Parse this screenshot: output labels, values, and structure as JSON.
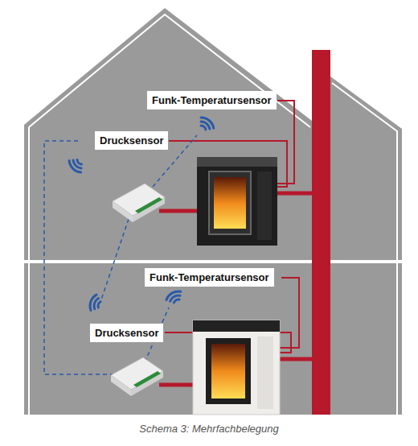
{
  "diagram": {
    "caption": "Schema 3: Mehrfachbelegung",
    "nodes": [
      {
        "text": [
          "Funk-Temperatursensor"
        ]
      },
      {
        "text": [
          "Drucksensor"
        ]
      },
      {
        "text": [
          "Funk-Temperatursensor"
        ]
      },
      {
        "text": [
          "Drucksensor"
        ]
      }
    ]
  }
}
